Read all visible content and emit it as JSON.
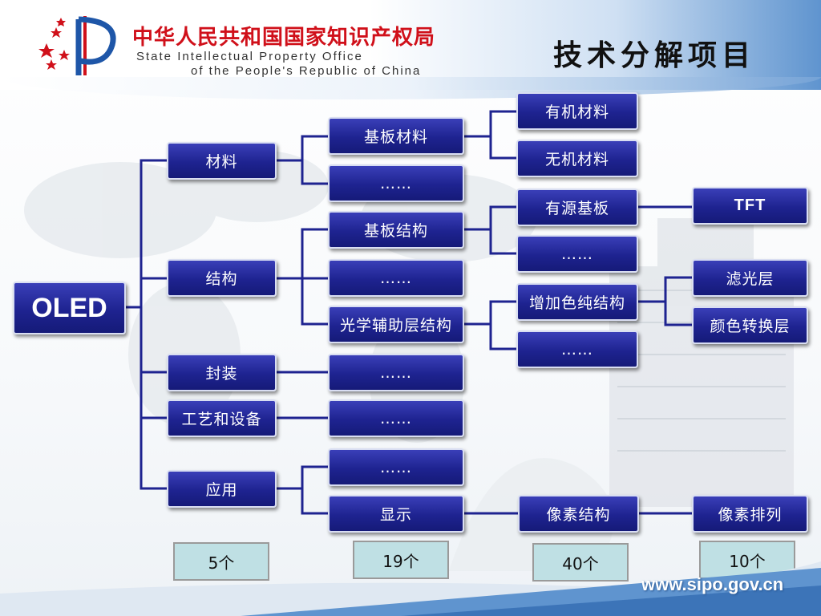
{
  "header": {
    "org_cn": "中华人民共和国国家知识产权局",
    "org_en_line1": "State Intellectual Property Office",
    "org_en_line2": "of the People's Republic of China",
    "title": "技术分解项目"
  },
  "footer": {
    "url": "www.sipo.gov.cn"
  },
  "colors": {
    "node_fill": "#1e2390",
    "node_border": "#d9def2",
    "connector": "#1e2390",
    "count_fill": "#bfe0e4",
    "logo_red": "#d0101a"
  },
  "diagram": {
    "root": "OLED",
    "level1": {
      "materials": "材料",
      "structure": "结构",
      "packaging": "封装",
      "process": "工艺和设备",
      "application": "应用"
    },
    "level2": {
      "substrate_material": "基板材料",
      "materials_more": "……",
      "substrate_structure": "基板结构",
      "structure_more": "……",
      "optical_aux": "光学辅助层结构",
      "packaging_more": "……",
      "process_more": "……",
      "application_more": "……",
      "display": "显示"
    },
    "level3": {
      "organic": "有机材料",
      "inorganic": "无机材料",
      "active_substrate": "有源基板",
      "substrate_more": "……",
      "color_purity": "增加色纯结构",
      "optical_more": "……",
      "pixel_structure": "像素结构"
    },
    "level4": {
      "tft": "TFT",
      "filter": "滤光层",
      "color_conversion": "颜色转换层",
      "pixel_arrangement": "像素排列"
    },
    "counts": {
      "level1": "5个",
      "level2": "19个",
      "level3": "40个",
      "level4": "10个"
    }
  }
}
